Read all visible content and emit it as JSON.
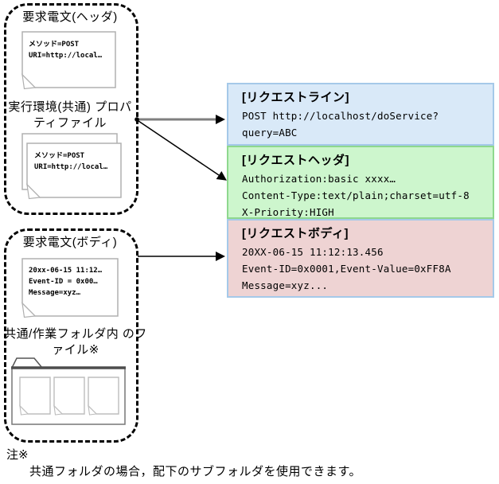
{
  "left_column": {
    "header_group": {
      "title": "要求電文(ヘッダ)",
      "header_doc_text": "メソッド=POST\nURI=http://local…",
      "properties_label": "実行環境(共通)\nプロパティファイル",
      "properties_doc_text": "メソッド=POST\nURI=http://local…"
    },
    "body_group": {
      "title": "要求電文(ボディ)",
      "body_doc_text": "20xx-06-15 11:12…\nEvent-ID = 0x00…\nMessage=xyz…",
      "folder_label": "共通/作業フォルダ内\nのファイル※"
    }
  },
  "right_column": {
    "request_line": {
      "title": "[リクエストライン]",
      "body": "POST http://localhost/doService?query=ABC"
    },
    "request_header": {
      "title": "[リクエストヘッダ]",
      "body": "Authorization:basic xxxx…\nContent-Type:text/plain;charset=utf-8\nX-Priority:HIGH"
    },
    "request_body": {
      "title": "[リクエストボディ]",
      "body": "20XX-06-15 11:12:13.456\nEvent-ID=0x0001,Event-Value=0xFF8A\nMessage=xyz..."
    }
  },
  "note": {
    "marker": "注※",
    "text": "共通フォルダの場合，配下のサブフォルダを使用できます。"
  },
  "icons": {
    "document": "document-icon",
    "stacked_documents": "stacked-documents-icon",
    "folder": "folder-icon",
    "arrow": "arrow-right-icon"
  },
  "colors": {
    "request_line_fill": "#d9e9f8",
    "request_line_border": "#a5c9e9",
    "request_header_fill": "#cdf6cd",
    "request_header_border": "#8ed88e",
    "request_body_fill": "#eed3d3",
    "request_body_border": "#a5c9e9",
    "arrow_gray": "#7f7f7f",
    "arrow_black": "#000000",
    "dashed_border": "#000000",
    "doc_border": "#b0b0b0",
    "folder_border": "#6e6e6e"
  }
}
